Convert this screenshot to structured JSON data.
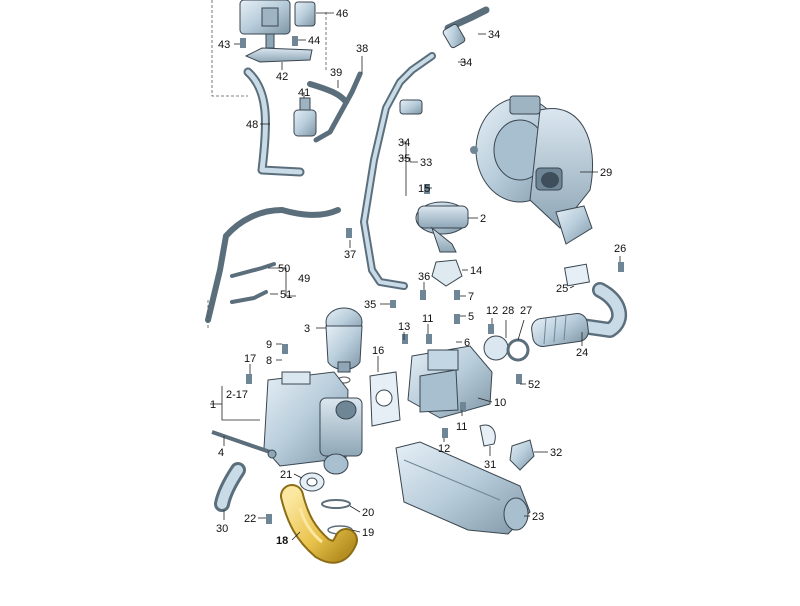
{
  "diagram": {
    "highlight_color": "#e8c24a",
    "part_color": "#c3d6e3",
    "part_shadow_color": "#7f96a6",
    "callouts": {
      "c46": "46",
      "c43": "43",
      "c44": "44",
      "c42": "42",
      "c48": "48",
      "c41": "41",
      "c39": "39",
      "c38": "38",
      "c34a": "34",
      "c34b": "34",
      "c34c": "34",
      "c35": "35",
      "c33": "33",
      "c29": "29",
      "c15": "15",
      "c2": "2",
      "c37": "37",
      "c26": "26",
      "c25": "25",
      "c50": "50",
      "c49": "49",
      "c51": "51",
      "c36": "36",
      "c14": "14",
      "c7": "7",
      "c35b": "35",
      "c5": "5",
      "c12a": "12",
      "c28": "28",
      "c27": "27",
      "c24": "24",
      "c3": "3",
      "c13": "13",
      "c11a": "11",
      "c6": "6",
      "c9": "9",
      "c8": "8",
      "c17": "17",
      "c16": "16",
      "c52": "52",
      "c1": "1",
      "c2_17": "2-17",
      "c10": "10",
      "c11b": "11",
      "c12b": "12",
      "c4": "4",
      "c32": "32",
      "c31": "31",
      "c21": "21",
      "c20": "20",
      "c22": "22",
      "c19": "19",
      "c23": "23",
      "c30": "30",
      "c18": "18"
    }
  }
}
